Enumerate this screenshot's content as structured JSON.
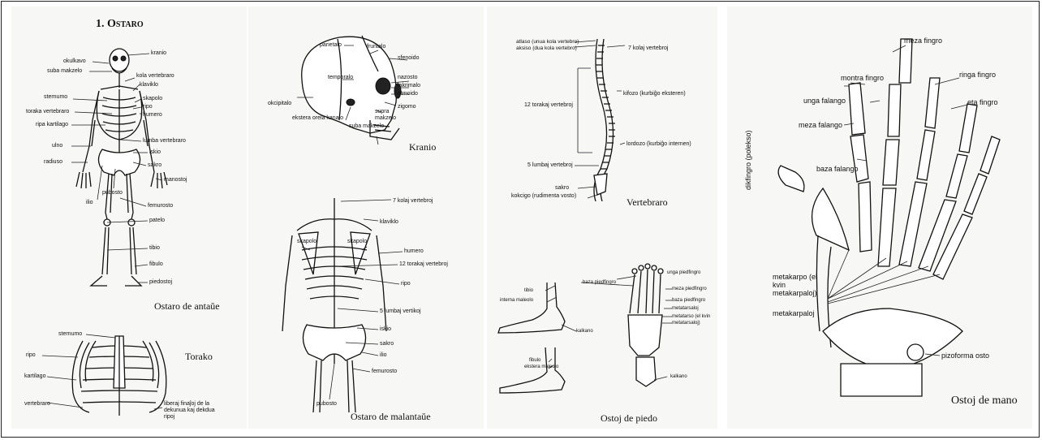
{
  "panel1": {
    "heading": "1. Ostaro",
    "skeleton_labels": [
      "kranio",
      "okulkavo",
      "suba makzelo",
      "kola vertebraro",
      "klaviklo",
      "sternumo",
      "skapolo",
      "ripo",
      "humero",
      "toraka vertebraro",
      "ripa kartilago",
      "lumba vertebraro",
      "ulno",
      "iskio",
      "sakro",
      "radiuso",
      "manostoj",
      "pubosto",
      "ilio",
      "femurosto",
      "patelo",
      "tibio",
      "fibulo",
      "piedostoj"
    ],
    "skeleton_caption": "Ostaro de antaŭe",
    "thorax_labels": [
      "sternumo",
      "ripo",
      "kartilago",
      "vertebraro",
      "liberaj finaĵoj de la dekunua kaj dekdua ripoj"
    ],
    "thorax_caption": "Torako"
  },
  "panel2": {
    "skull_labels": [
      "parietalo",
      "fruntalo",
      "sfenoido",
      "temporalo",
      "okcipitalo",
      "nazosto",
      "lakrimalo",
      "etmoido",
      "zigomo",
      "supra makzelo",
      "ekstera orela kanalo",
      "suba makzelo"
    ],
    "skull_caption": "Kranio",
    "back_labels": [
      "7 kolaj vertebroj",
      "klaviklo",
      "skapolo",
      "skapolo",
      "humero",
      "12 torakaj vertebroj",
      "ripo",
      "5 lumbaj vertikoj",
      "iskio",
      "sakro",
      "ilio",
      "femurosto",
      "pubosto"
    ],
    "back_caption": "Ostaro de malantaŭe"
  },
  "panel3": {
    "spine_labels": [
      "atlaso (unua kola vertebro)",
      "aksiso (dua kola vertebro)",
      "7 kolaj vertebroj",
      "12 torakaj vertebroj",
      "kifozo (kurbiĝo eksteren)",
      "lordozo (kurbiĝo internen)",
      "5 lumbaj vertebroj",
      "sakro",
      "kokcigo (rudimenta vosto)"
    ],
    "spine_caption": "Vertebraro",
    "foot_labels": [
      "unga piedfingro",
      "baza piedfingro",
      "meza piedfingro",
      "baza piedfingro",
      "metatarsaloj",
      "metatarso (el kvin metatarsaloj)",
      "kalkano",
      "tibio",
      "interna maleolo",
      "kalkano",
      "fibulo",
      "ekstera maleolo"
    ],
    "foot_caption": "Ostoj de piedo"
  },
  "panel4": {
    "hand_labels": [
      "meza fingro",
      "montra fingro",
      "ringa fingro",
      "unga falango",
      "eta fingro",
      "meza falango",
      "dikfingro (polekso)",
      "baza falango",
      "metakarpo (el kvin metakarpaloj)",
      "metakarpaloj",
      "pizoforma osto"
    ],
    "hand_caption": "Ostoj de mano"
  }
}
